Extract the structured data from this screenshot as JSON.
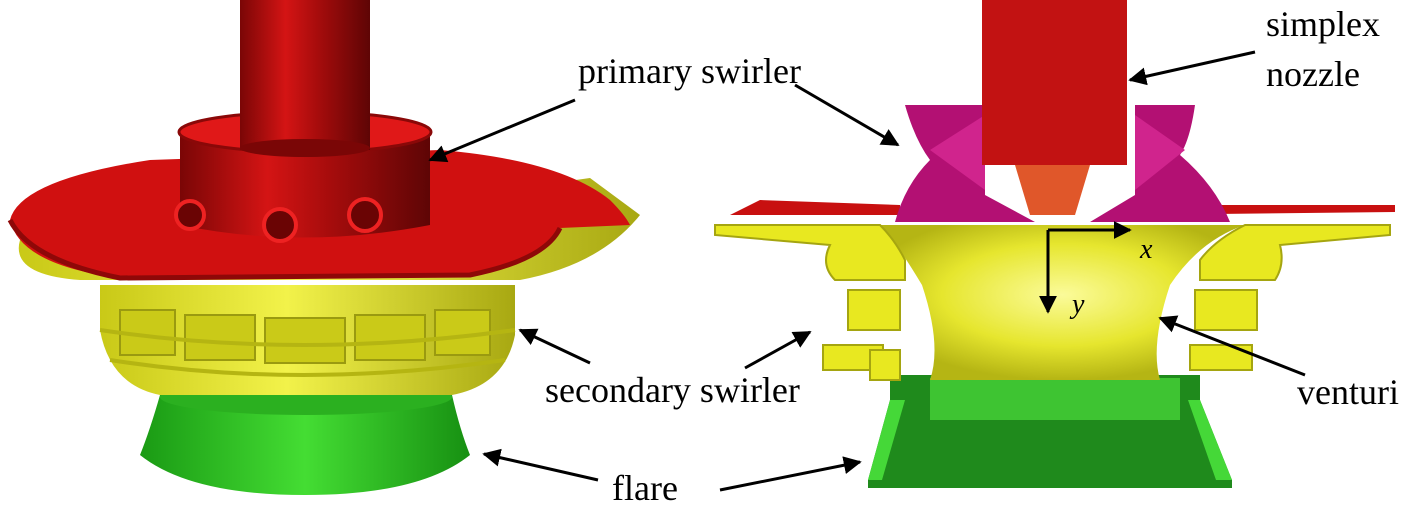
{
  "labels": {
    "primary_swirler": "primary swirler",
    "secondary_swirler": "secondary swirler",
    "flare": "flare",
    "simplex_line1": "simplex",
    "simplex_line2": "nozzle",
    "venturi": "venturi",
    "axis_x": "x",
    "axis_y": "y"
  },
  "colors": {
    "nozzle_red": "#b80f0f",
    "swirler_red": "#d40f0f",
    "swirler_yellow": "#e6e61e",
    "flare_green": "#33cc22",
    "cut_magenta": "#b0106e",
    "venturi_yellow": "#eded3a"
  }
}
